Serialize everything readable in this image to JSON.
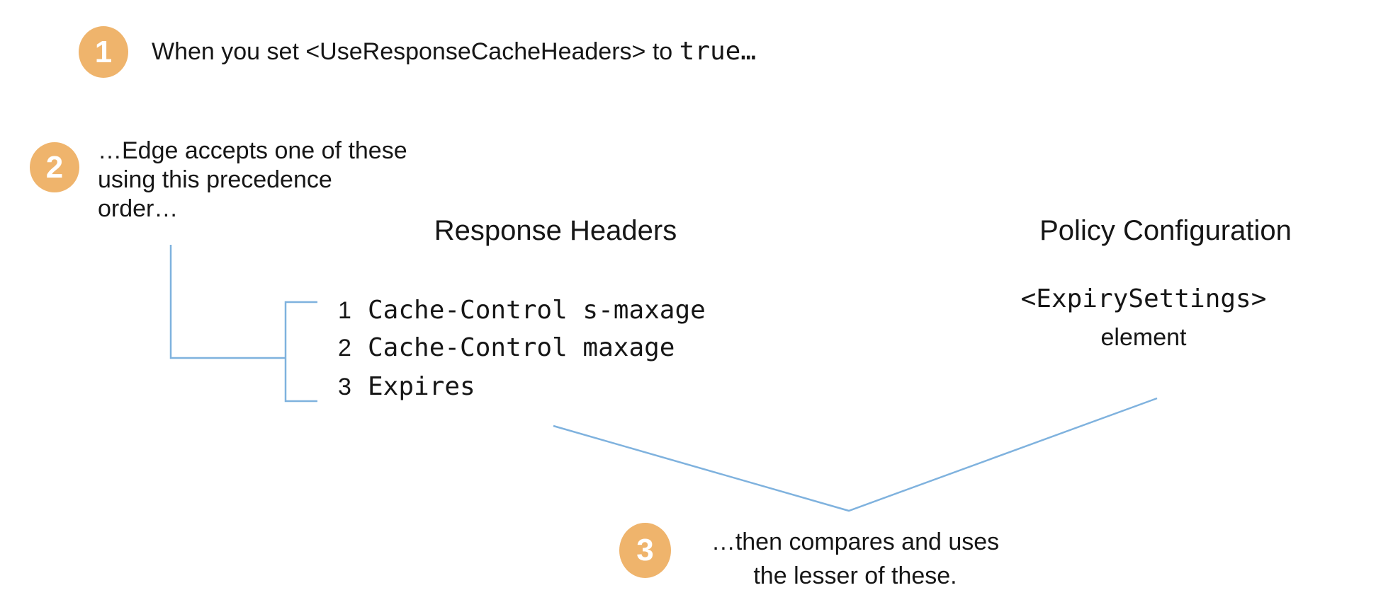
{
  "diagram_title": "UseResponseCacheHeaders precedence diagram",
  "colors": {
    "background": "#ffffff",
    "badge_fill": "#efb46c",
    "badge_number": "#ffffff",
    "connector_blue": "#7fb2de",
    "text": "#161616"
  },
  "steps": [
    {
      "number": "1",
      "text_pre": "When you set <UseResponseCacheHeaders> to ",
      "text_code": "true…"
    },
    {
      "number": "2",
      "line1": "…Edge accepts one of these",
      "line2": "using this precedence",
      "line3": "order…"
    },
    {
      "number": "3",
      "line1": "…then compares and uses",
      "line2": "the lesser of these."
    }
  ],
  "columns": {
    "response_headers": {
      "title": "Response Headers",
      "items": [
        {
          "rank": "1",
          "label": "Cache-Control s-maxage"
        },
        {
          "rank": "2",
          "label": "Cache-Control maxage"
        },
        {
          "rank": "3",
          "label": "Expires"
        }
      ]
    },
    "policy_configuration": {
      "title": "Policy Configuration",
      "code": "<ExpirySettings>",
      "caption": "element"
    }
  }
}
